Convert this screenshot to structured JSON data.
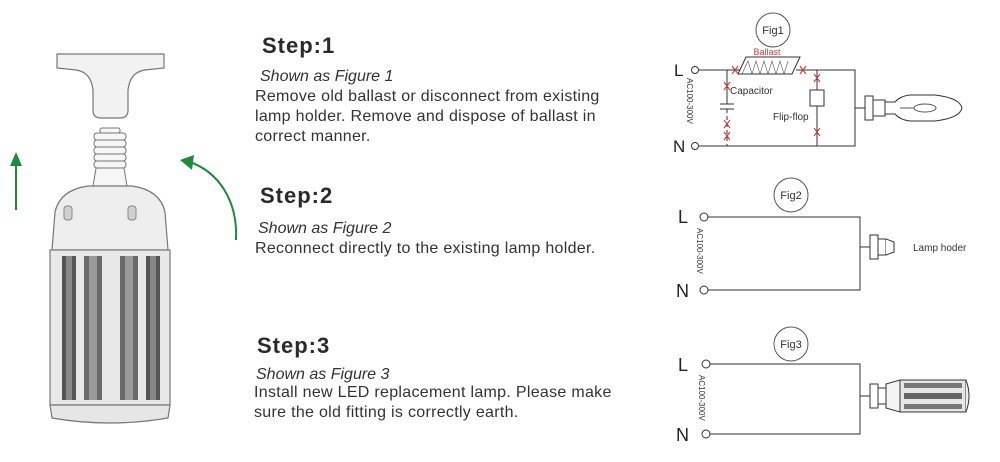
{
  "steps": [
    {
      "title": "Step:1",
      "subtitle": "Shown as Figure 1",
      "body": [
        "Remove old ballast or disconnect from existing",
        "lamp holder. Remove and dispose of ballast in",
        "correct manner."
      ]
    },
    {
      "title": "Step:2",
      "subtitle": "Shown as Figure 2",
      "body": [
        "Reconnect directly to the existing lamp holder."
      ]
    },
    {
      "title": "Step:3",
      "subtitle": "Shown as Figure 3",
      "body": [
        "Install new LED replacement lamp. Please make",
        "sure the old fitting is correctly earth."
      ]
    }
  ],
  "fig1": {
    "label": "Fig1",
    "L": "L",
    "N": "N",
    "voltage": "AC100-300V",
    "ballast": "Ballast",
    "capacitor": "Capacitor",
    "flipflop": "Flip-flop"
  },
  "fig2": {
    "label": "Fig2",
    "L": "L",
    "N": "N",
    "voltage": "AC100-300V",
    "holder": "Lamp hoder"
  },
  "fig3": {
    "label": "Fig3",
    "L": "L",
    "N": "N",
    "voltage": "AC100-300V"
  },
  "colors": {
    "arrow": "#1f8a3a",
    "cross": "#d23c3c",
    "line": "#333333"
  }
}
